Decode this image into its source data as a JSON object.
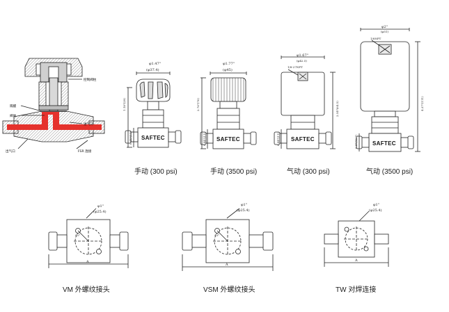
{
  "section_view": {
    "labels": {
      "actuator_stem": "控制阀柱",
      "diaphragm": "隔膜",
      "seat": "阀体",
      "inlet": "进气口",
      "outlet": "出气口",
      "fsr": "FSR 连接"
    }
  },
  "valves": [
    {
      "caption": "手动 (300 psi)",
      "brand": "SAFTEC",
      "dim_top": "φ1.47\"",
      "dim_sub": "(φ37.4)",
      "dim_total": "1.18\"(29)",
      "dim_port": "0.44\"(11)"
    },
    {
      "caption": "手动 (3500 psi)",
      "brand": "SAFTEC",
      "dim_top": "φ1.77\"",
      "dim_sub": "(φ45)",
      "dim_total": "2.76\"(70)",
      "dim_port": "0.44\"(11)"
    },
    {
      "caption": "气动 (300 psi)",
      "brand": "SAFTEC",
      "dim_top": "φ1.67\"",
      "dim_sub": "(φ42.5)",
      "dim_total": "2.54\"(64.5)",
      "dim_port": "0.44\"(11)",
      "port_label": "1/8-27NPT"
    },
    {
      "caption": "气动 (3500 psi)",
      "brand": "SAFTEC",
      "dim_top": "φ2\"",
      "dim_sub": "(φ51)",
      "dim_total": "4.37\"(111)",
      "dim_port": "0.5\"(12.7)",
      "port_label": "1/8NPT"
    }
  ],
  "connections": [
    {
      "caption": "VM 外螺纹接头",
      "dim_d": "φ1\"",
      "dim_d_mm": "(φ25.4)",
      "angle": "45°",
      "dim_a": "A"
    },
    {
      "caption": "VSM 外螺纹接头",
      "dim_d": "φ1\"",
      "dim_d_mm": "(φ25.4)",
      "angle": "45°",
      "dim_a": "A"
    },
    {
      "caption": "TW 对焊连接",
      "dim_d": "φ1\"",
      "dim_d_mm": "(φ25.4)",
      "angle": "",
      "dim_a": "A"
    }
  ],
  "colors": {
    "line": "#222222",
    "fluid": "#e5322d",
    "hatch": "#8a8a8a",
    "bg": "#ffffff"
  }
}
